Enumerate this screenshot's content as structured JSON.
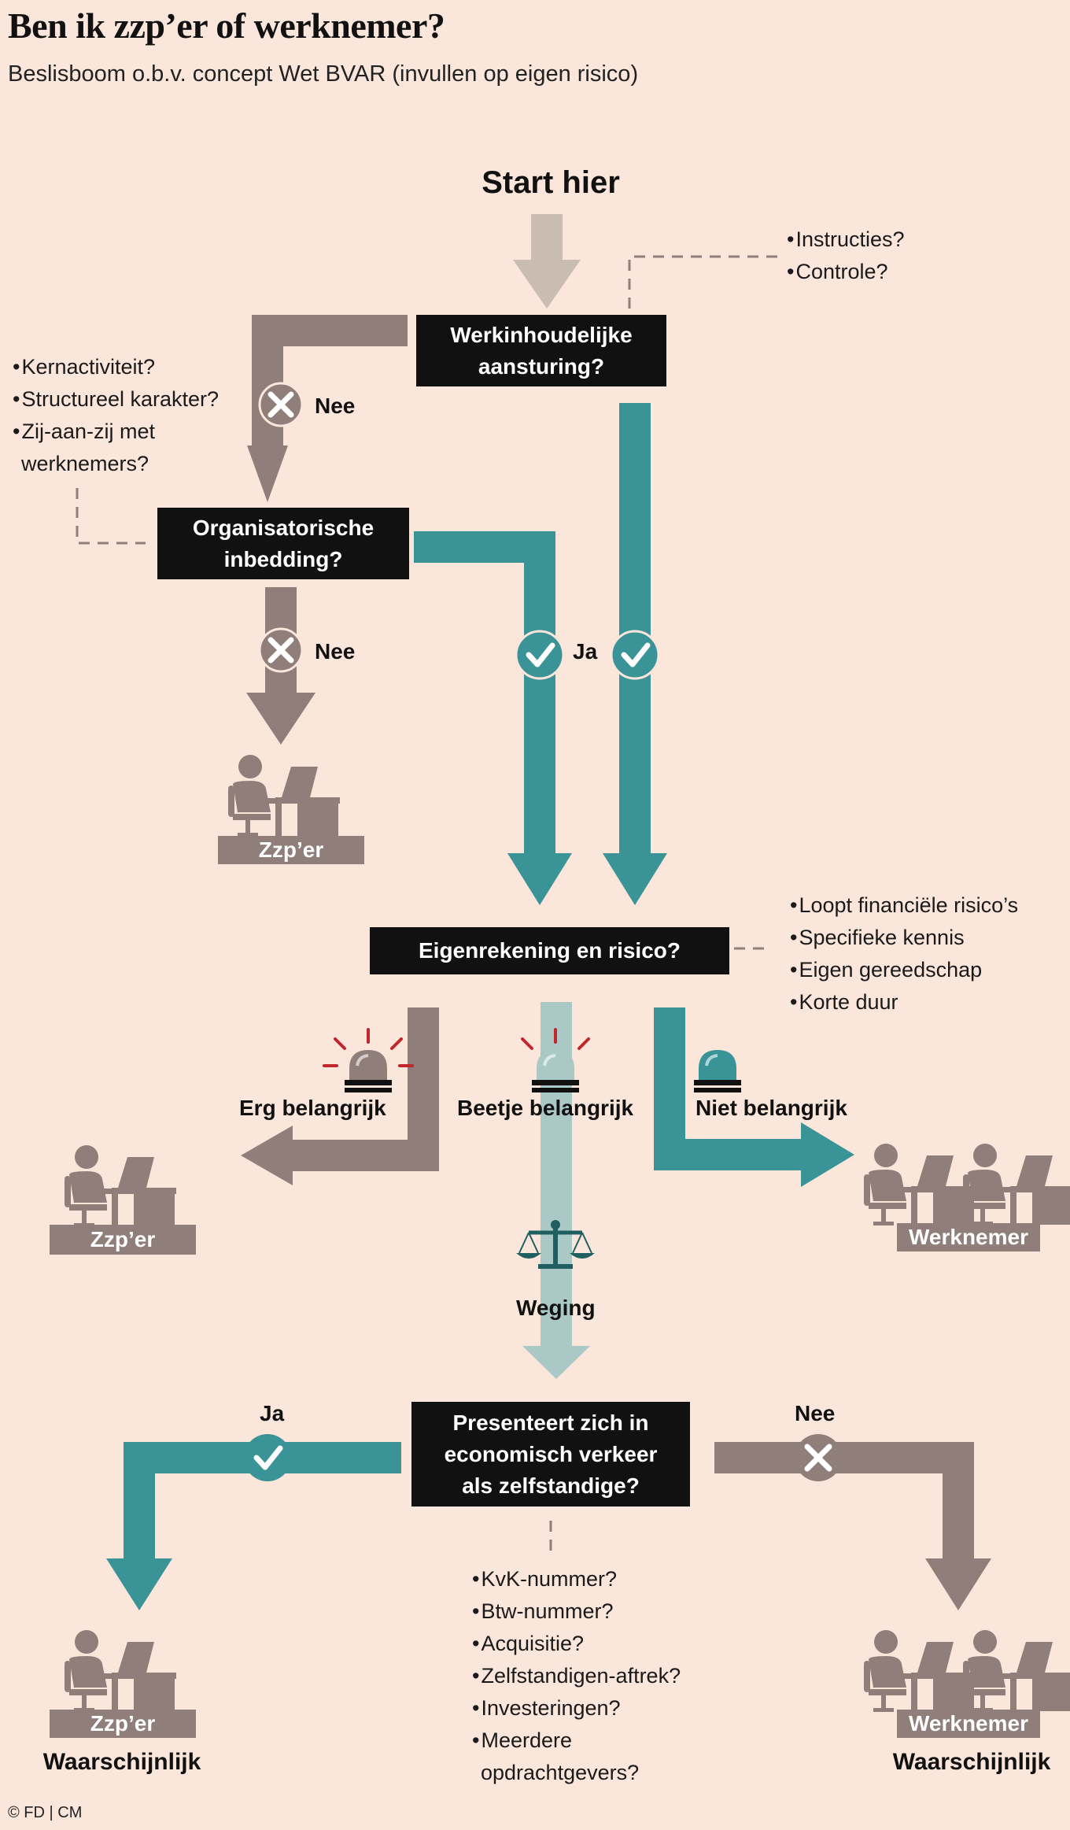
{
  "header": {
    "title": "Ben ik zzp’er of werknemer?",
    "subtitle": "Beslisboom o.b.v. concept Wet BVAR (invullen op eigen risico)"
  },
  "start": "Start hier",
  "questions": {
    "q1": [
      "Werkinhoudelijke",
      "aansturing?"
    ],
    "q2": [
      "Organisatorische",
      "inbedding?"
    ],
    "q3": [
      "Eigenrekening en risico?"
    ],
    "q4": [
      "Presenteert zich in",
      "economisch verkeer",
      "als zelfstandige?"
    ]
  },
  "notes": {
    "q1": [
      "Instructies?",
      "Controle?"
    ],
    "q2": [
      "Kernactiviteit?",
      "Structureel karakter?",
      "Zij-aan-zij met",
      "werknemers?"
    ],
    "q3": [
      "Loopt financiële risico’s",
      "Specifieke kennis",
      "Eigen gereedschap",
      "Korte duur"
    ],
    "q4": [
      "KvK-nummer?",
      "Btw-nummer?",
      "Acquisitie?",
      "Zelfstandigen-aftrek?",
      "Investeringen?",
      "Meerdere",
      "opdrachtgevers?"
    ]
  },
  "labels": {
    "nee": "Nee",
    "ja": "Ja",
    "erg": "Erg belangrijk",
    "beetje": "Beetje belangrijk",
    "niet": "Niet belangrijk",
    "weging": "Weging",
    "waarschijnlijk": "Waarschijnlijk"
  },
  "outcomes": {
    "zzp": "Zzp’er",
    "werknemer": "Werknemer"
  },
  "credit": "© FD | CM",
  "colors": {
    "background": "#fbe6db",
    "teal": "#3a9497",
    "taupe": "#8f7e79",
    "light_taupe": "#cbbcb2",
    "light_teal": "#a9c8c6",
    "box": "#111111",
    "alarm_red": "#c0282d"
  },
  "icons": [
    "cross-icon",
    "check-icon",
    "alarm-light-icon",
    "scale-icon",
    "person-at-desk-icon"
  ]
}
